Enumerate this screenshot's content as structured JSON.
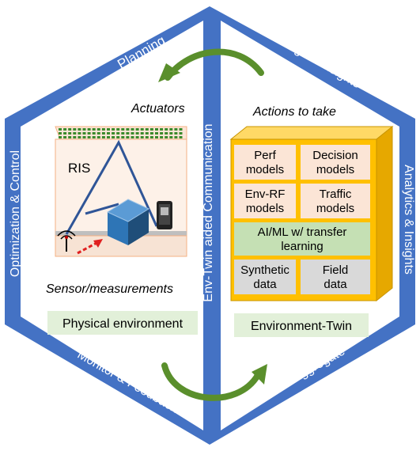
{
  "ring": {
    "planning": "Planning",
    "knowledge": "Knowledge & Insights",
    "analytics": "Analytics & Insights",
    "aggregate": "Aggregate",
    "monitor": "Monitor & Feedback",
    "optimization": "Optimization & Control",
    "center": "Env-Twin aided Communication"
  },
  "left_panel": {
    "actuators": "Actuators",
    "ris": "RIS",
    "sensor": "Sensor/measurements",
    "caption": "Physical environment"
  },
  "right_panel": {
    "actions": "Actions to take",
    "caption": "Environment-Twin",
    "boxes": {
      "perf_1": "Perf",
      "perf_2": "models",
      "decision_1": "Decision",
      "decision_2": "models",
      "envrf_1": "Env-RF",
      "envrf_2": "models",
      "traffic_1": "Traffic",
      "traffic_2": "models",
      "aiml_1": "AI/ML w/ transfer",
      "aiml_2": "learning",
      "synthetic_1": "Synthetic",
      "synthetic_2": "data",
      "field_1": "Field",
      "field_2": "data"
    }
  },
  "colors": {
    "hexagon": "#4472c4",
    "arrow": "#5a8f2c",
    "cube_face": "#ffc000",
    "cube_side": "#e6a800",
    "model_box": "#fbe5d6",
    "aiml_box": "#c5e0b4",
    "data_box": "#d9d9d9",
    "ris_grid": "#3a8a2c",
    "caption_bg": "#e2f0d9"
  }
}
